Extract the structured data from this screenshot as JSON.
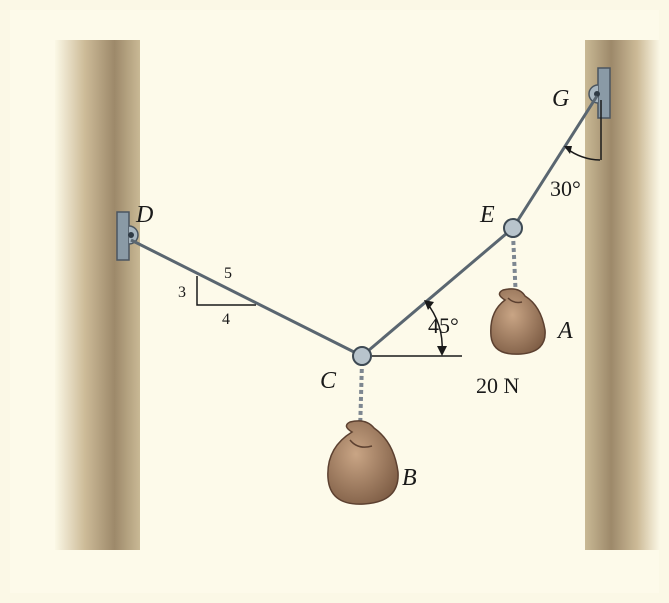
{
  "points": {
    "D": "D",
    "C": "C",
    "E": "E",
    "G": "G",
    "A": "A",
    "B": "B"
  },
  "slope_triangle": {
    "rise": "3",
    "run": "4",
    "hyp": "5"
  },
  "angles": {
    "at_C": "45°",
    "at_G": "30°"
  },
  "weight_A": "20 N"
}
